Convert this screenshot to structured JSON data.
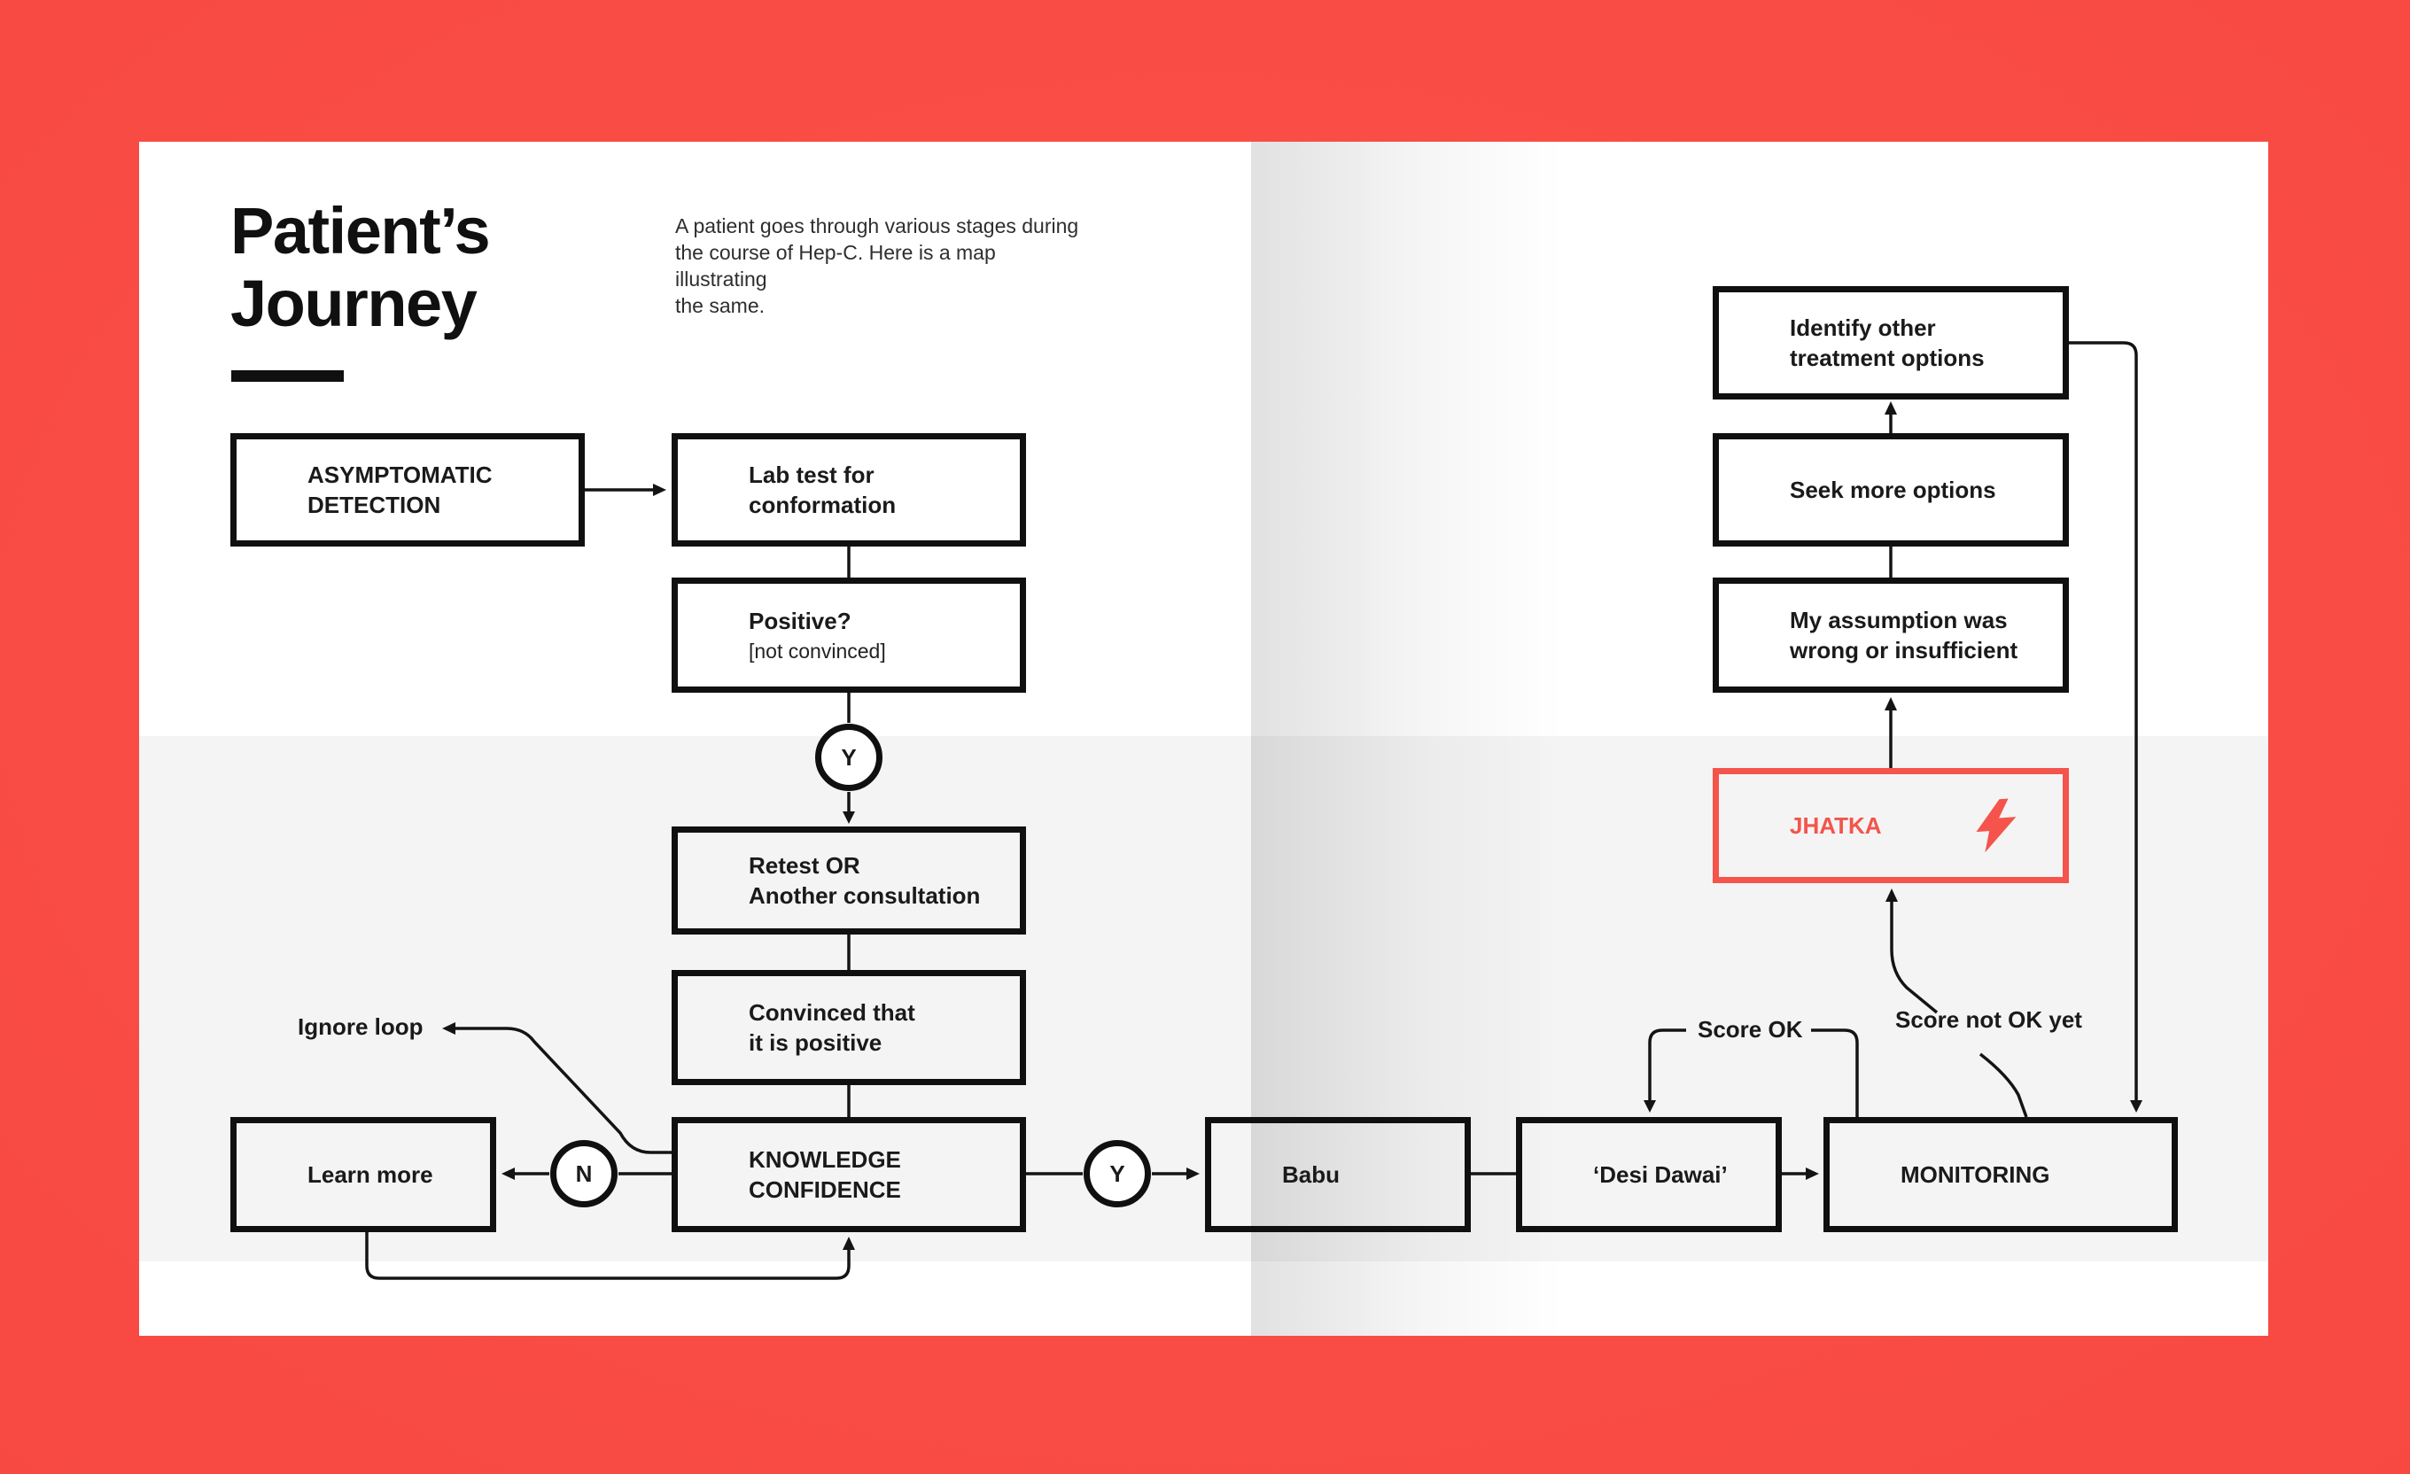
{
  "page": {
    "title": "Patient’s\nJourney",
    "subtitle": "A patient goes through various stages during\nthe course of Hep-C. Here is a map illustrating\nthe same."
  },
  "colors": {
    "canvas_red": "#f84a42",
    "accent_red": "#f4544b",
    "ink": "#101010",
    "band_gray": "#f4f4f4"
  },
  "nodes": {
    "asymptomatic": {
      "label": "ASYMPTOMATIC\nDETECTION"
    },
    "lab_test": {
      "label": "Lab test for\nconformation"
    },
    "positive": {
      "label": "Positive?",
      "sublabel": "[not convinced]"
    },
    "retest": {
      "label": "Retest OR\nAnother consultation"
    },
    "convinced": {
      "label": "Convinced that\nit is positive"
    },
    "knowledge": {
      "label": "KNOWLEDGE\nCONFIDENCE"
    },
    "learn_more": {
      "label": "Learn more"
    },
    "babu": {
      "label": "Babu"
    },
    "desi_dawai": {
      "label": "‘Desi Dawai’"
    },
    "monitoring": {
      "label": "MONITORING"
    },
    "identify_options": {
      "label": "Identify other\ntreatment options"
    },
    "seek_options": {
      "label": "Seek more options"
    },
    "assumption_wrong": {
      "label": "My assumption was\nwrong or insufficient"
    },
    "jhatka": {
      "label": "JHATKA",
      "icon": "lightning-bolt-icon"
    }
  },
  "decisions": {
    "yes_top": "Y",
    "no_left": "N",
    "yes_right": "Y"
  },
  "annotations": {
    "ignore_loop": "Ignore loop",
    "score_ok": "Score OK",
    "score_not_ok": "Score not OK yet"
  }
}
